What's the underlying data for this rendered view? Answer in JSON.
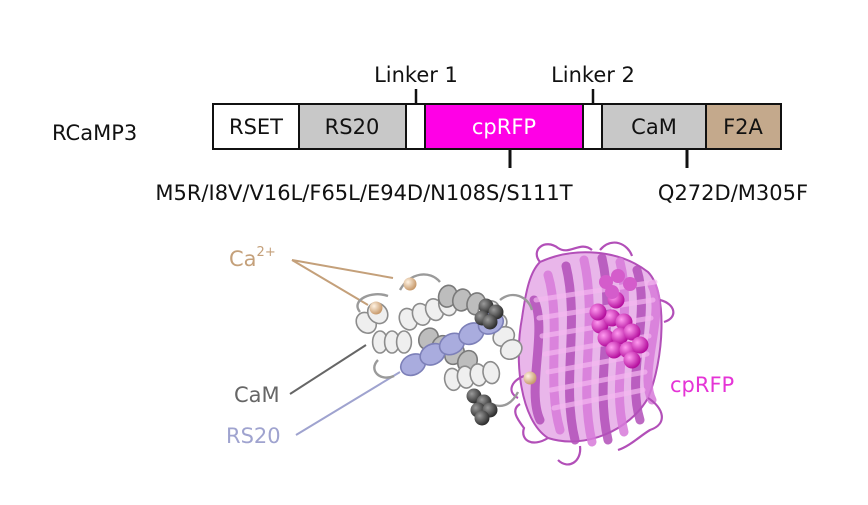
{
  "construct": {
    "name": "RCaMP3",
    "domains": [
      {
        "label": "RSET",
        "color": "#ffffff",
        "text_color": "#111111"
      },
      {
        "label": "RS20",
        "color": "#c8c8c8",
        "text_color": "#111111"
      },
      {
        "label": "",
        "color": "#ffffff",
        "text_color": "#111111"
      },
      {
        "label": "cpRFP",
        "color": "#ff00e6",
        "text_color": "#ffffff"
      },
      {
        "label": "",
        "color": "#ffffff",
        "text_color": "#111111"
      },
      {
        "label": "CaM",
        "color": "#c8c8c8",
        "text_color": "#111111"
      },
      {
        "label": "F2A",
        "color": "#c4a98c",
        "text_color": "#111111"
      }
    ],
    "linkers": [
      "Linker 1",
      "Linker 2"
    ],
    "mutations": [
      "M5R/I8V/V16L/F65L/E94D/N108S/S111T",
      "Q272D/M305F"
    ]
  },
  "structure": {
    "labels": {
      "calcium": "Ca",
      "calcium_charge": "2+",
      "cam": "CaM",
      "rs20": "RS20",
      "cprfp": "cpRFP"
    },
    "colors": {
      "calcium": "#c4a07a",
      "cam": "#666666",
      "rs20": "#9fa3cf",
      "cprfp": "#e534d6",
      "barrel": "#d77ad9",
      "barrel_dark": "#b24fb8",
      "helix_light": "#efefef",
      "helix_mid": "#bdbdbd",
      "rs20_helix": "#a9acde",
      "chromophore": "#e01fc4",
      "residue_dark": "#4a4a4a",
      "calcium_ion": "#e9c39c"
    }
  }
}
